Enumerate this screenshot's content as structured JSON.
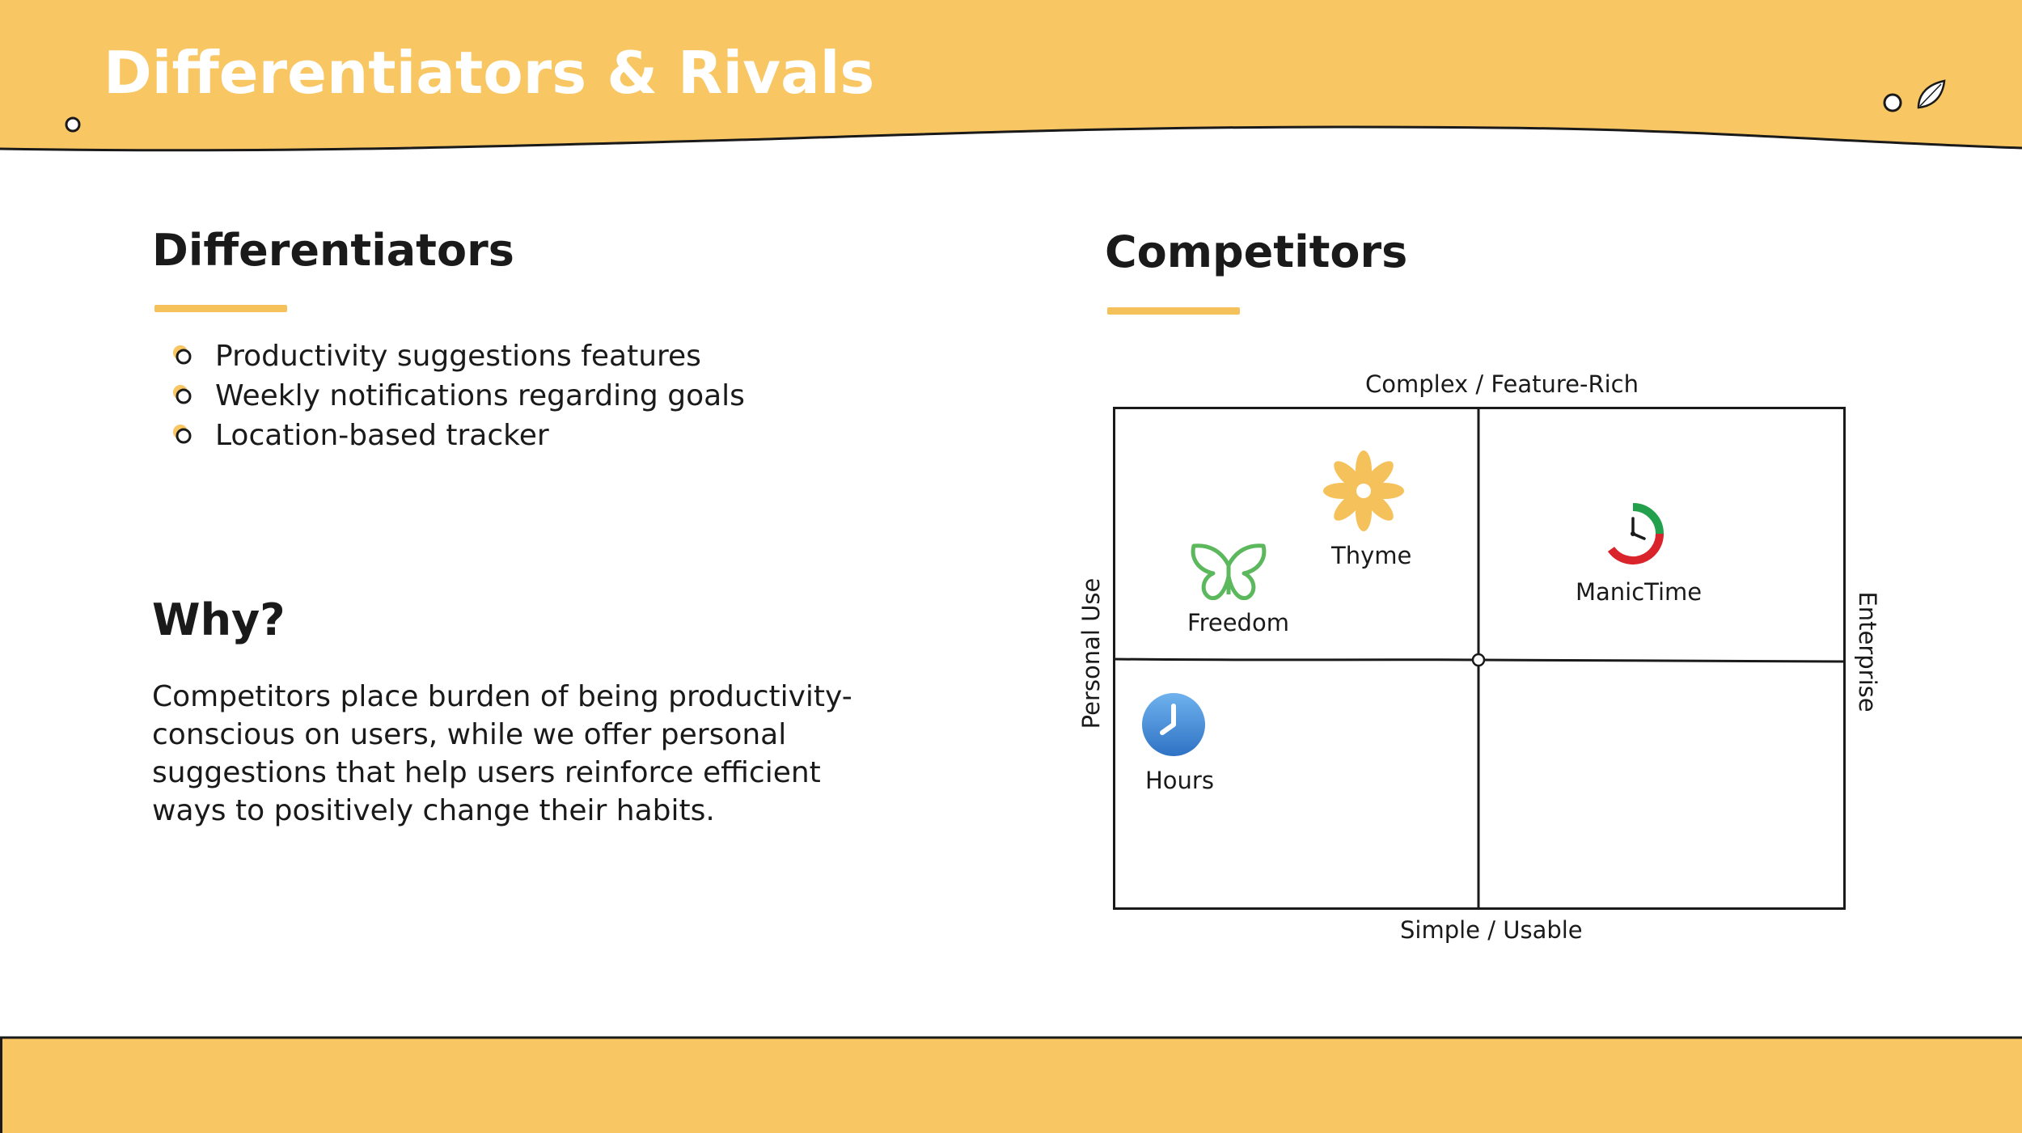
{
  "header": {
    "title": "Differentiators & Rivals"
  },
  "differentiators": {
    "heading": "Differentiators",
    "items": [
      {
        "label": "Productivity suggestions features"
      },
      {
        "label": "Weekly notifications regarding goals"
      },
      {
        "label": "Location-based tracker"
      }
    ]
  },
  "why": {
    "heading": "Why?",
    "body": "Competitors place burden of being productivity-conscious on users, while we offer personal suggestions that help users reinforce efficient ways to positively change their habits."
  },
  "competitors": {
    "heading": "Competitors",
    "axes": {
      "top": "Complex / Feature-Rich",
      "bottom": "Simple / Usable",
      "left": "Personal Use",
      "right": "Enterprise"
    },
    "items": [
      {
        "name": "Thyme",
        "icon": "flower-icon",
        "color": "#f5c15a"
      },
      {
        "name": "Freedom",
        "icon": "butterfly-icon",
        "color": "#5cb85c"
      },
      {
        "name": "ManicTime",
        "icon": "clock-ring-icon",
        "color": "#22a04b"
      },
      {
        "name": "Hours",
        "icon": "clock-icon",
        "color": "#3a86d6"
      }
    ]
  },
  "colors": {
    "accent": "#f8c662",
    "underline": "#f5c15a",
    "text": "#1a1a1a"
  }
}
